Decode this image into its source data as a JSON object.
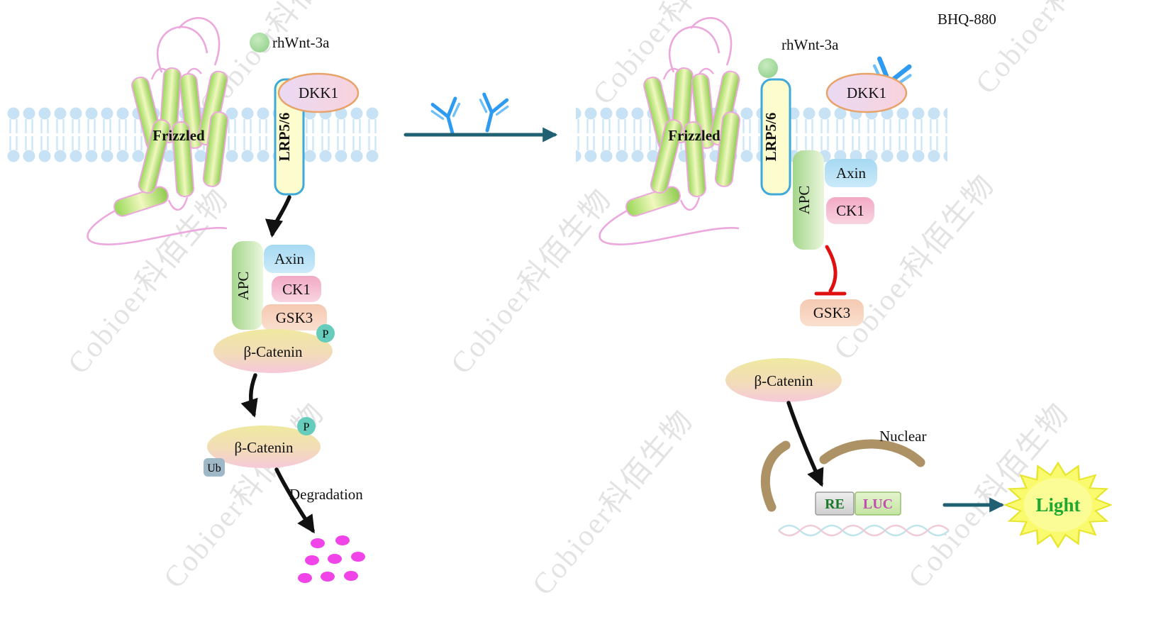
{
  "watermark": {
    "text": "Cobioer科佰生物"
  },
  "left": {
    "frizzled": "Frizzled",
    "lrp56": "LRP5/6",
    "dkk1": "DKK1",
    "rhwnt3a": "rhWnt-3a",
    "apc": "APC",
    "axin": "Axin",
    "ck1": "CK1",
    "gsk3": "GSK3",
    "beta_catenin": "β-Catenin",
    "p_label": "P",
    "ub": "Ub",
    "degradation": "Degradation"
  },
  "right": {
    "bhq880": "BHQ-880",
    "rhwnt3a": "rhWnt-3a",
    "dkk1": "DKK1",
    "lrp56": "LRP5/6",
    "frizzled": "Frizzled",
    "apc": "APC",
    "axin": "Axin",
    "ck1": "CK1",
    "gsk3": "GSK3",
    "beta_catenin": "β-Catenin",
    "nuclear": "Nuclear",
    "re": "RE",
    "luc": "LUC",
    "light": "Light"
  },
  "colors": {
    "membrane_blue": "#C6E2F4",
    "helix_green": "#96D755",
    "receptor_pink": "#ECA8DC",
    "lrp_fill": "#FDFCCF",
    "lrp_border": "#3FA9D9",
    "dkk1_border": "#E8A36B",
    "antibody_blue": "#2E9BF0",
    "arrow_black": "#111111",
    "arrow_teal": "#1F6073",
    "inhibit_red": "#E01010",
    "bcat_yellow": "#EFE9A8",
    "bcat_pink": "#F6C9D9",
    "p_teal": "#66CCBB",
    "ub_grey": "#9FB8C8",
    "dots_magenta": "#F043E8",
    "nuclear_brown": "#AD9266",
    "re_text": "#1B7A2A",
    "luc_text": "#C24FB0",
    "light_green": "#1DA832",
    "burst_yellow": "#FAFA6E",
    "watermark_grey": "#C0C0C0"
  }
}
